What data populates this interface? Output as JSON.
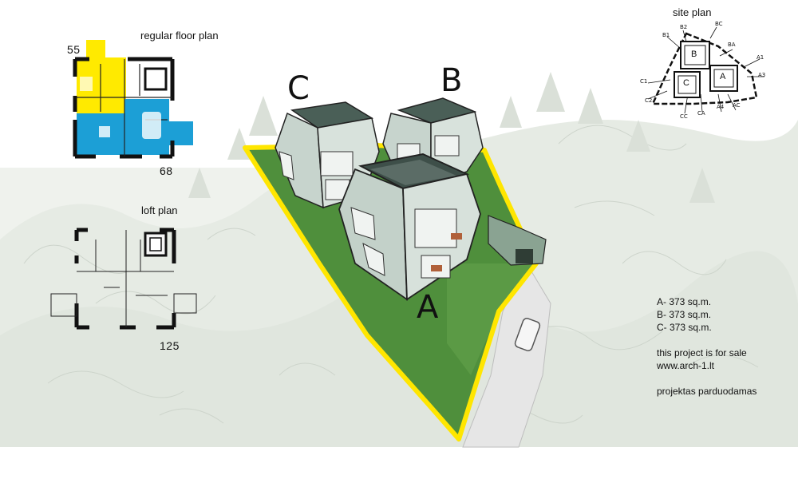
{
  "floor_plan": {
    "title": "regular floor plan",
    "num_top": "55",
    "num_bottom": "68"
  },
  "loft_plan": {
    "title": "loft plan",
    "num": "125"
  },
  "site_plan": {
    "title": "site plan",
    "labels": [
      "B1",
      "B2",
      "BC",
      "BA",
      "A1",
      "A3",
      "C1",
      "C2",
      "CC",
      "CA",
      "A4",
      "AC"
    ],
    "buildings": [
      "B",
      "C",
      "A"
    ]
  },
  "buildings": {
    "c": "C",
    "b": "B",
    "a": "A"
  },
  "info": {
    "areas": [
      "A- 373 sq.m.",
      "B- 373 sq.m.",
      "C- 373 sq.m."
    ],
    "sale": "this project is for sale",
    "url": "www.arch-1.lt",
    "lt": "projektas parduodamas"
  },
  "colors": {
    "plot_outline": "#ffe600",
    "plan_yellow": "#ffea00",
    "plan_blue": "#1c9fd6",
    "lawn": "#4f8f3c",
    "facade": "#c9d6cf",
    "trees": "#dfe6dd"
  }
}
